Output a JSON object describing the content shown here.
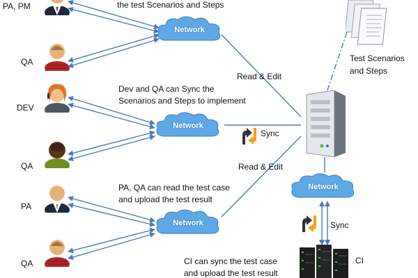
{
  "roles": {
    "pa_pm": "PA, PM",
    "qa1": "QA",
    "dev": "DEV",
    "qa2": "QA",
    "pa": "PA",
    "qa3": "QA",
    "ci": "CI"
  },
  "captions": {
    "top": "the test Scenarios and Steps",
    "dev_qa_line1": "Dev and QA can Sync the",
    "dev_qa_line2": "Scenarios and Steps to implement",
    "pa_qa_line1": "PA, QA can read the test case",
    "pa_qa_line2": "and upload the test result",
    "ci_line1": "CI can sync the test case",
    "ci_line2": "and upload the test result",
    "read_edit_1": "Read & Edit",
    "read_edit_2": "Read & Edit",
    "sync_1": "Sync",
    "sync_2": "Sync",
    "docs_line1": "Test Scenarios",
    "docs_line2": "and Steps"
  },
  "networks": {
    "n1": "Network",
    "n2": "Network",
    "n3": "Network",
    "n4": "Network"
  },
  "icons": {
    "person": "person-icon",
    "cloud": "cloud-icon",
    "server": "server-icon",
    "documents": "documents-icon",
    "sync": "sync-arrows-icon",
    "ci": "ci-server-rack-icon"
  },
  "colors": {
    "cloud": "#5fa8e6",
    "line": "#4a7ab8",
    "sync_orange": "#f2a21b",
    "sync_dark": "#333333"
  }
}
